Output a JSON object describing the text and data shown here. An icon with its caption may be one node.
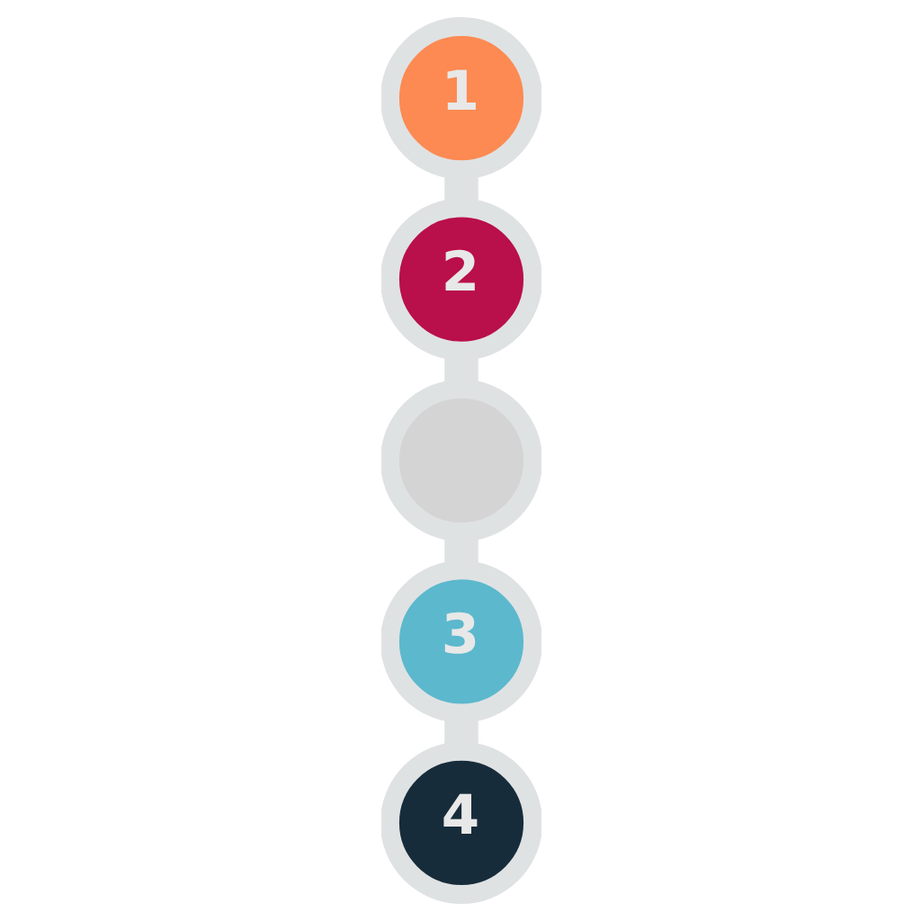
{
  "diagram": {
    "nodes": [
      {
        "text": [
          "1"
        ]
      },
      {
        "text": [
          "2"
        ]
      },
      {
        "text": [],
        "shape": "circle"
      },
      {
        "text": [
          "3"
        ]
      },
      {
        "text": [
          "4"
        ]
      }
    ],
    "edges": [
      {
        "from": 0,
        "to": 1,
        "arrow": "none"
      },
      {
        "from": 1,
        "to": 2,
        "arrow": "none"
      },
      {
        "from": 2,
        "to": 3,
        "arrow": "none"
      },
      {
        "from": 3,
        "to": 4,
        "arrow": "none"
      }
    ]
  }
}
